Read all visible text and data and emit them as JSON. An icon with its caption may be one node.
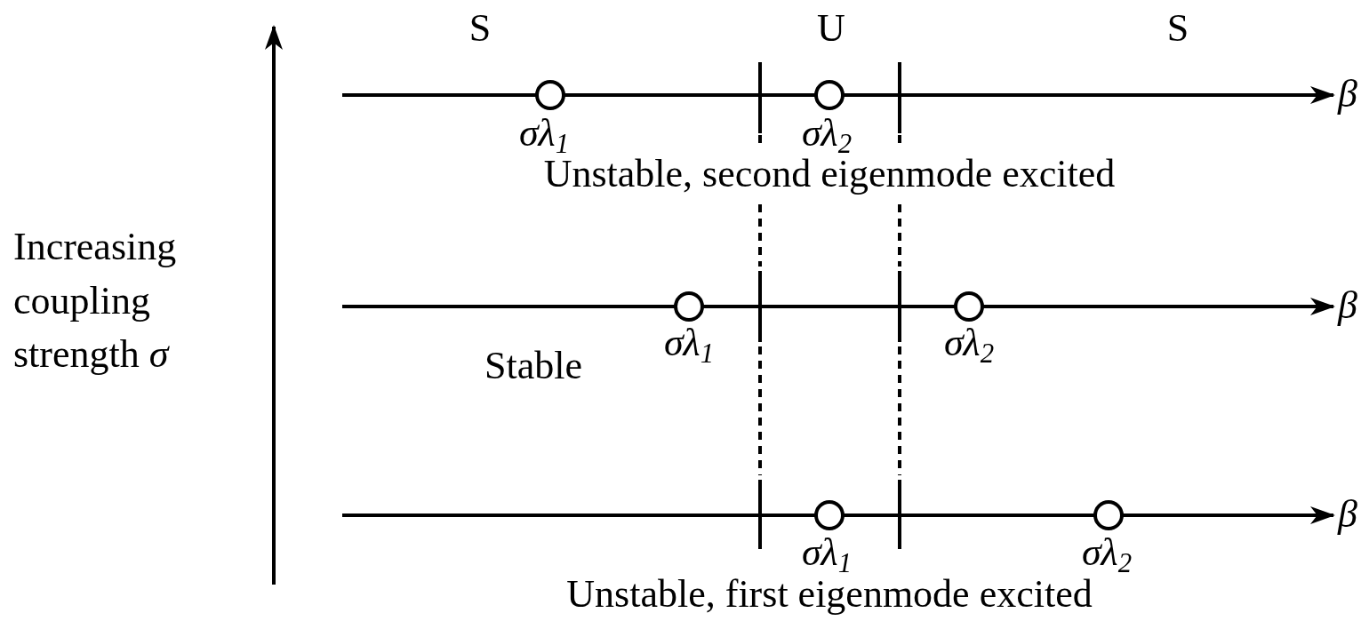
{
  "diagram": {
    "labels": [
      "S",
      "U",
      "S",
      "β",
      "σλ$_{1}$",
      "σλ$_{2}$",
      "Unstable, second eigenmode excited",
      "Increasing coupling strength *σ*",
      "β",
      "σλ$_{1}$",
      "σλ$_{2}$",
      "Stable",
      "β",
      "σλ$_{1}$",
      "σλ$_{2}$",
      "Unstable, first eigenmode excited"
    ]
  }
}
